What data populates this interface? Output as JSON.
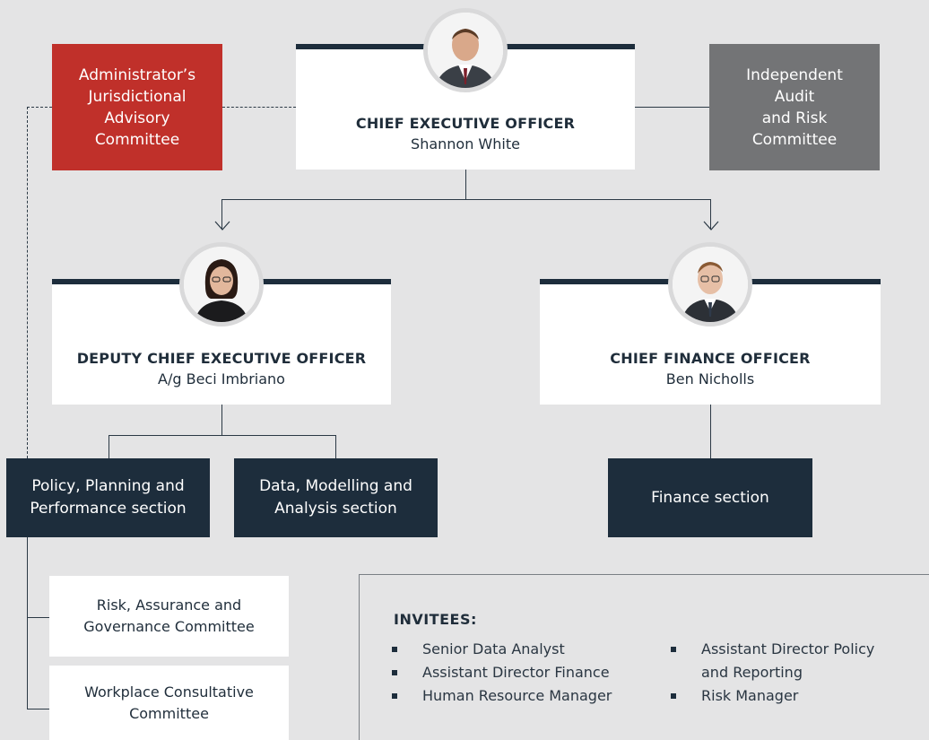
{
  "ceo": {
    "role": "CHIEF EXECUTIVE OFFICER",
    "name": "Shannon White"
  },
  "deputy": {
    "role": "DEPUTY CHIEF EXECUTIVE OFFICER",
    "name": "A/g Beci Imbriano"
  },
  "cfo": {
    "role": "CHIEF FINANCE OFFICER",
    "name": "Ben Nicholls"
  },
  "advisory_committee": {
    "line1": "Administrator’s",
    "line2": "Jurisdictional",
    "line3": "Advisory",
    "line4": "Committee"
  },
  "audit_committee": {
    "line1": "Independent",
    "line2": "Audit",
    "line3": "and Risk",
    "line4": "Committee"
  },
  "sections": {
    "policy": {
      "line1": "Policy, Planning and",
      "line2": "Performance section"
    },
    "data": {
      "line1": "Data, Modelling and",
      "line2": "Analysis section"
    },
    "finance": {
      "line1": "Finance section"
    }
  },
  "committees": {
    "risk": {
      "line1": "Risk, Assurance and",
      "line2": "Governance Committee"
    },
    "workplace": {
      "line1": "Workplace Consultative",
      "line2": "Committee"
    }
  },
  "invitees": {
    "title": "INVITEES:",
    "col1": [
      "Senior Data Analyst",
      "Assistant Director Finance",
      "Human Resource Manager"
    ],
    "col2_item1_line1": "Assistant Director Policy",
    "col2_item1_line2": "and Reporting",
    "col2_item2": "Risk Manager"
  },
  "colors": {
    "navy": "#1d2d3c",
    "red": "#c0302a",
    "grey": "#737476",
    "background": "#e4e4e5"
  }
}
